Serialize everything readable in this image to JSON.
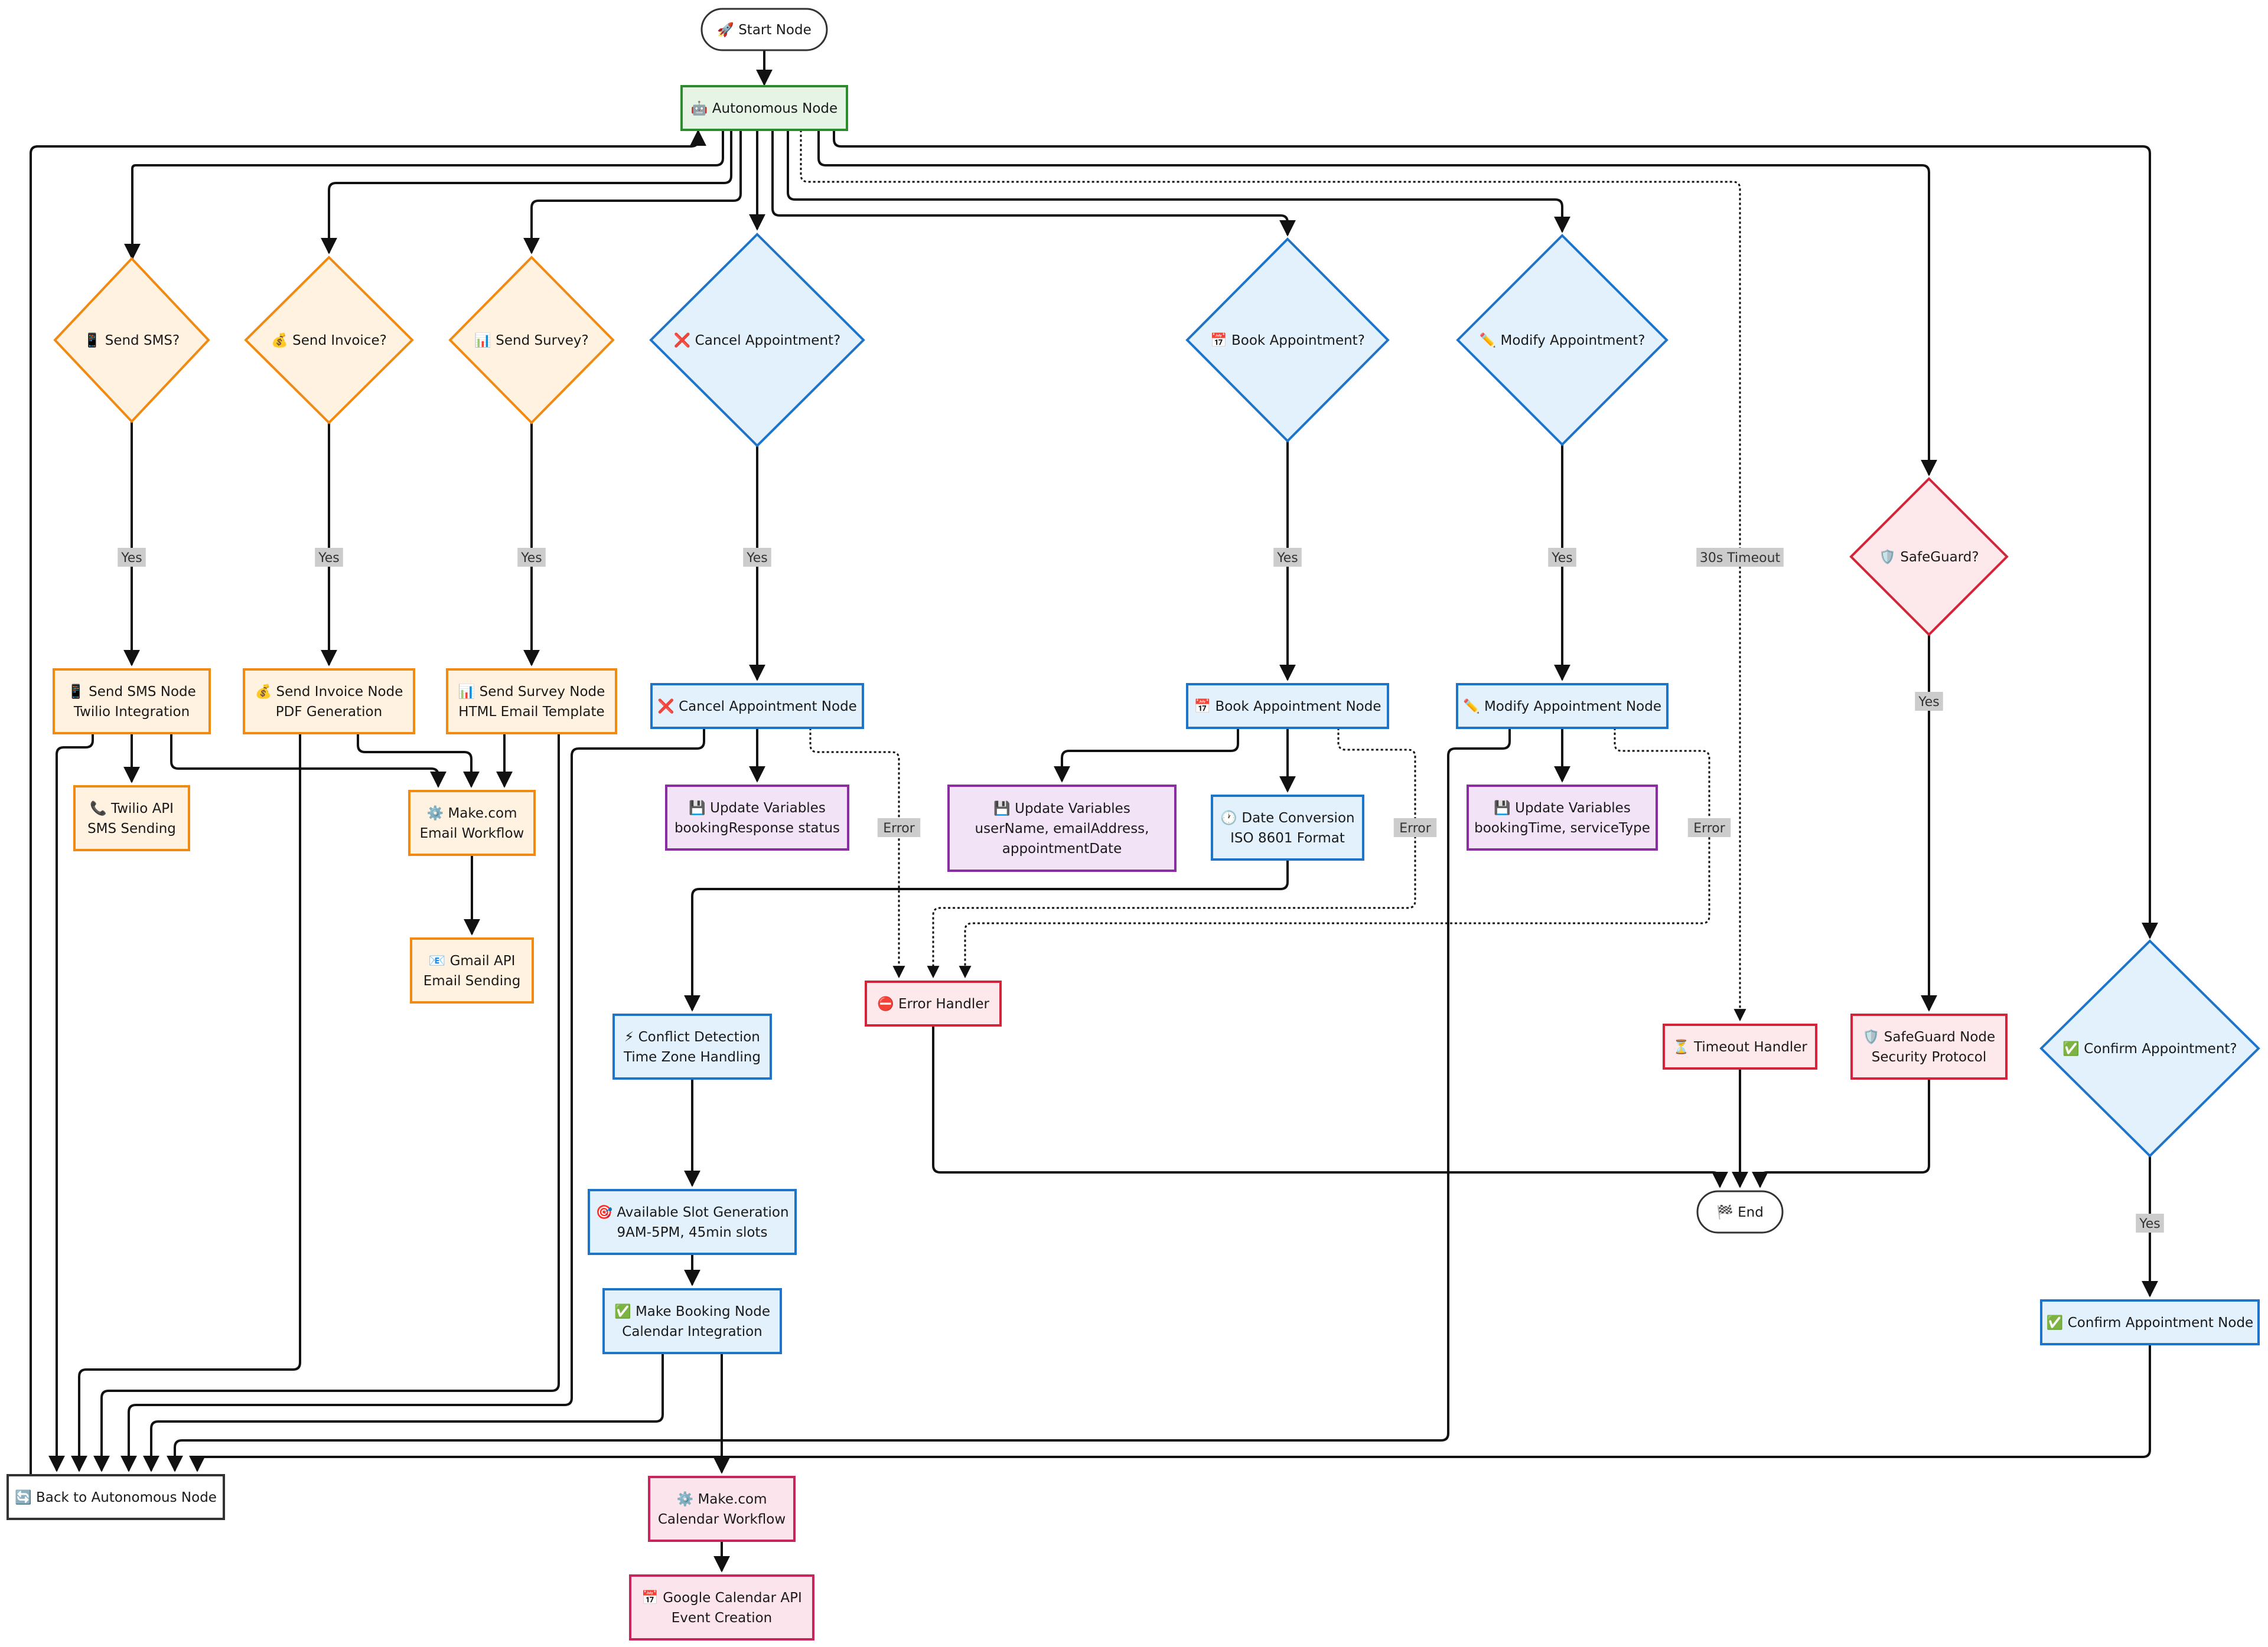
{
  "nodes": {
    "start": {
      "lines": [
        "🚀 Start Node"
      ],
      "kind": "terminal"
    },
    "autonomous": {
      "lines": [
        "🤖 Autonomous Node"
      ],
      "kind": "green"
    },
    "q_sms": {
      "lines": [
        "📱 Send SMS?"
      ],
      "kind": "orange"
    },
    "q_invoice": {
      "lines": [
        "💰 Send Invoice?"
      ],
      "kind": "orange"
    },
    "q_survey": {
      "lines": [
        "📊 Send Survey?"
      ],
      "kind": "orange"
    },
    "q_cancel": {
      "lines": [
        "❌ Cancel Appointment?"
      ],
      "kind": "blue"
    },
    "q_book": {
      "lines": [
        "📅 Book Appointment?"
      ],
      "kind": "blue"
    },
    "q_modify": {
      "lines": [
        "✏️ Modify Appointment?"
      ],
      "kind": "blue"
    },
    "q_safeguard": {
      "lines": [
        "🛡️ SafeGuard?"
      ],
      "kind": "red"
    },
    "q_confirm": {
      "lines": [
        "✅ Confirm Appointment?"
      ],
      "kind": "blue"
    },
    "sms_node": {
      "lines": [
        "📱 Send SMS Node",
        "Twilio Integration"
      ],
      "kind": "orange"
    },
    "invoice_node": {
      "lines": [
        "💰 Send Invoice Node",
        "PDF Generation"
      ],
      "kind": "orange"
    },
    "survey_node": {
      "lines": [
        "📊 Send Survey Node",
        "HTML Email Template"
      ],
      "kind": "orange"
    },
    "cancel_node": {
      "lines": [
        "❌ Cancel Appointment Node"
      ],
      "kind": "blue"
    },
    "book_node": {
      "lines": [
        "📅 Book Appointment Node"
      ],
      "kind": "blue"
    },
    "modify_node": {
      "lines": [
        "✏️ Modify Appointment Node"
      ],
      "kind": "blue"
    },
    "twilio_api": {
      "lines": [
        "📞 Twilio API",
        "SMS Sending"
      ],
      "kind": "orange"
    },
    "make_email": {
      "lines": [
        "⚙️ Make.com",
        "Email Workflow"
      ],
      "kind": "orange"
    },
    "gmail_api": {
      "lines": [
        "📧 Gmail API",
        "Email Sending"
      ],
      "kind": "orange"
    },
    "upd_cancel": {
      "lines": [
        "💾 Update Variables",
        "bookingResponse status"
      ],
      "kind": "purple"
    },
    "upd_book": {
      "lines": [
        "💾 Update Variables",
        "userName, emailAddress,",
        "appointmentDate"
      ],
      "kind": "purple"
    },
    "date_conv": {
      "lines": [
        "🕐 Date Conversion",
        "ISO 8601 Format"
      ],
      "kind": "blue"
    },
    "upd_modify": {
      "lines": [
        "💾 Update Variables",
        "bookingTime, serviceType"
      ],
      "kind": "purple"
    },
    "conflict": {
      "lines": [
        "⚡ Conflict Detection",
        "Time Zone Handling"
      ],
      "kind": "blue"
    },
    "error_handler": {
      "lines": [
        "⛔ Error Handler"
      ],
      "kind": "red"
    },
    "timeout_handler": {
      "lines": [
        "⏳ Timeout Handler"
      ],
      "kind": "red"
    },
    "safeguard_node": {
      "lines": [
        "🛡️ SafeGuard Node",
        "Security Protocol"
      ],
      "kind": "red"
    },
    "end": {
      "lines": [
        "🏁 End"
      ],
      "kind": "terminal"
    },
    "slot_gen": {
      "lines": [
        "🎯 Available Slot Generation",
        "9AM-5PM, 45min slots"
      ],
      "kind": "blue"
    },
    "make_booking": {
      "lines": [
        "✅ Make Booking Node",
        "Calendar Integration"
      ],
      "kind": "blue"
    },
    "confirm_node": {
      "lines": [
        "✅ Confirm Appointment Node"
      ],
      "kind": "blue"
    },
    "back": {
      "lines": [
        "🔄 Back to Autonomous Node"
      ],
      "kind": "white"
    },
    "make_calendar": {
      "lines": [
        "⚙️ Make.com",
        "Calendar Workflow"
      ],
      "kind": "pink"
    },
    "gcal_api": {
      "lines": [
        "📅 Google Calendar API",
        "Event Creation"
      ],
      "kind": "pink"
    }
  },
  "edge_labels": {
    "yes": "Yes",
    "error": "Error",
    "timeout": "30s Timeout"
  },
  "colors": {
    "orange": {
      "fill": "#fff2e0",
      "stroke": "#f08a12"
    },
    "blue": {
      "fill": "#e3f1fc",
      "stroke": "#1d74c8"
    },
    "red": {
      "fill": "#fde8ec",
      "stroke": "#d3243a"
    },
    "purple": {
      "fill": "#f3e3f6",
      "stroke": "#8a2da0"
    },
    "green": {
      "fill": "#e6f4e6",
      "stroke": "#2e8b2e"
    },
    "pink": {
      "fill": "#fce4ec",
      "stroke": "#c8245e"
    },
    "white": {
      "fill": "#ffffff",
      "stroke": "#333333"
    },
    "terminal": {
      "fill": "#ffffff",
      "stroke": "#333333"
    },
    "edge": "#111111",
    "label_bg": "#cccccc"
  }
}
